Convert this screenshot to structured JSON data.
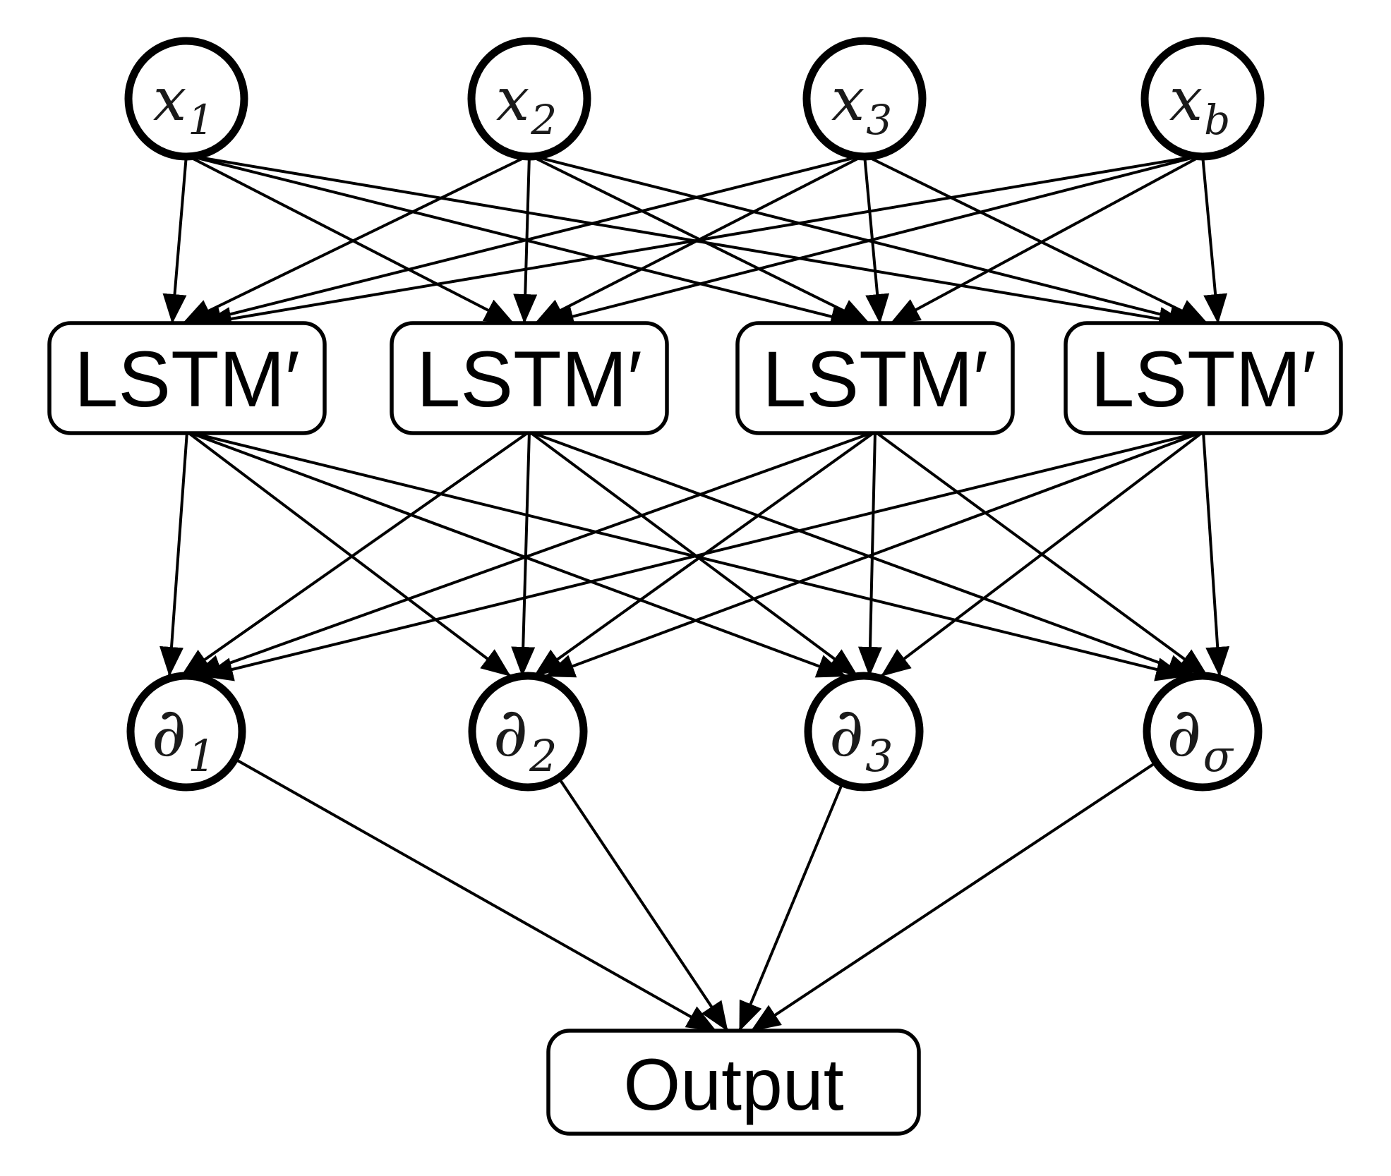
{
  "figure": {
    "background_color": "#ffffff",
    "line_color": "#000000",
    "node_fill_color": "#ffffff",
    "layers": [
      {
        "name": "input-layer",
        "shape": "circle",
        "nodes": [
          {
            "base": "x",
            "sub": "1"
          },
          {
            "base": "x",
            "sub": "2"
          },
          {
            "base": "x",
            "sub": "3"
          },
          {
            "base": "x",
            "sub": "b"
          }
        ]
      },
      {
        "name": "lstm-layer",
        "shape": "rounded-box",
        "nodes": [
          {
            "base": "LSTM′"
          },
          {
            "base": "LSTM′"
          },
          {
            "base": "LSTM′"
          },
          {
            "base": "LSTM′"
          }
        ]
      },
      {
        "name": "partial-layer",
        "shape": "circle",
        "nodes": [
          {
            "base": "∂",
            "sub": "1"
          },
          {
            "base": "∂",
            "sub": "2"
          },
          {
            "base": "∂",
            "sub": "3"
          },
          {
            "base": "∂",
            "sub": "σ"
          }
        ]
      },
      {
        "name": "output-layer",
        "shape": "rounded-box",
        "nodes": [
          {
            "base": "Output"
          }
        ]
      }
    ],
    "connections": [
      {
        "from": "input-layer",
        "to": "lstm-layer",
        "pattern": "fully-connected",
        "arrow": "filled-triangle"
      },
      {
        "from": "lstm-layer",
        "to": "partial-layer",
        "pattern": "fully-connected",
        "arrow": "filled-triangle"
      },
      {
        "from": "partial-layer",
        "to": "output-layer",
        "pattern": "fully-connected",
        "arrow": "filled-triangle"
      }
    ]
  }
}
